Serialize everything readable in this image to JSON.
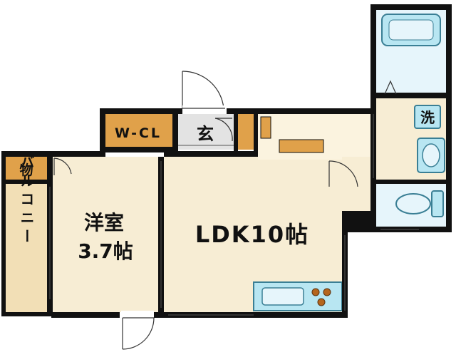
{
  "plan": {
    "rooms": {
      "wcl": "W-CL",
      "genkan": "玄",
      "mono": "物",
      "balcony": "バルコニー",
      "youshitsu_name": "洋室",
      "youshitsu_size": "3.7帖",
      "ldk": "LDK10帖",
      "sen": "洗"
    }
  },
  "colors": {
    "wall": "#111111",
    "floor_beige": "#f7edd4",
    "floor_light": "#fbf3df",
    "closet_orange": "#e0a14a",
    "balcony_beige": "#f2dfb6",
    "wet_blue": "#e6f5fb",
    "fixture_blue": "#b8e6f2",
    "fixture_stroke": "#3a7f95",
    "entry_gray": "#e3e3e3"
  },
  "icons": [
    "door-swing-icon",
    "bathtub-icon",
    "toilet-icon",
    "washbasin-icon",
    "stove-burner-icon"
  ]
}
